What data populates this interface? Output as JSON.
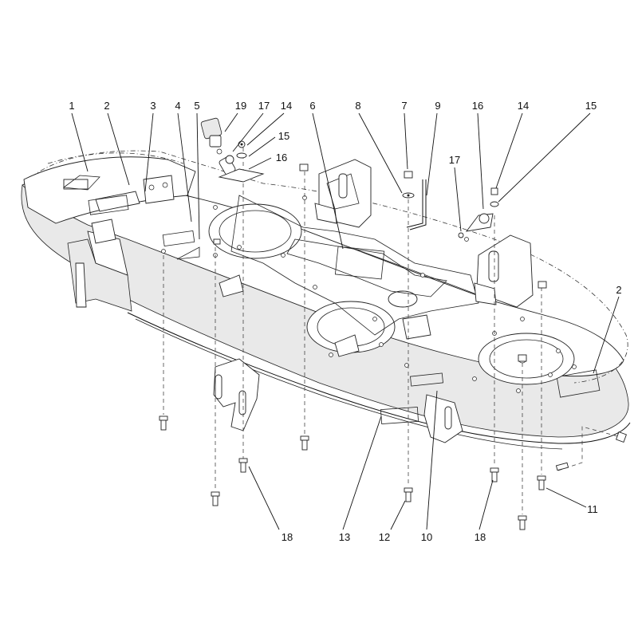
{
  "callouts": [
    {
      "label": "1"
    },
    {
      "label": "2"
    },
    {
      "label": "3"
    },
    {
      "label": "4"
    },
    {
      "label": "5"
    },
    {
      "label": "19"
    },
    {
      "label": "17"
    },
    {
      "label": "14"
    },
    {
      "label": "15"
    },
    {
      "label": "16"
    },
    {
      "label": "6"
    },
    {
      "label": "8"
    },
    {
      "label": "7"
    },
    {
      "label": "9"
    },
    {
      "label": "17"
    },
    {
      "label": "16"
    },
    {
      "label": "14"
    },
    {
      "label": "15"
    },
    {
      "label": "2"
    },
    {
      "label": "11"
    },
    {
      "label": "18"
    },
    {
      "label": "13"
    },
    {
      "label": "12"
    },
    {
      "label": "10"
    },
    {
      "label": "18"
    }
  ]
}
